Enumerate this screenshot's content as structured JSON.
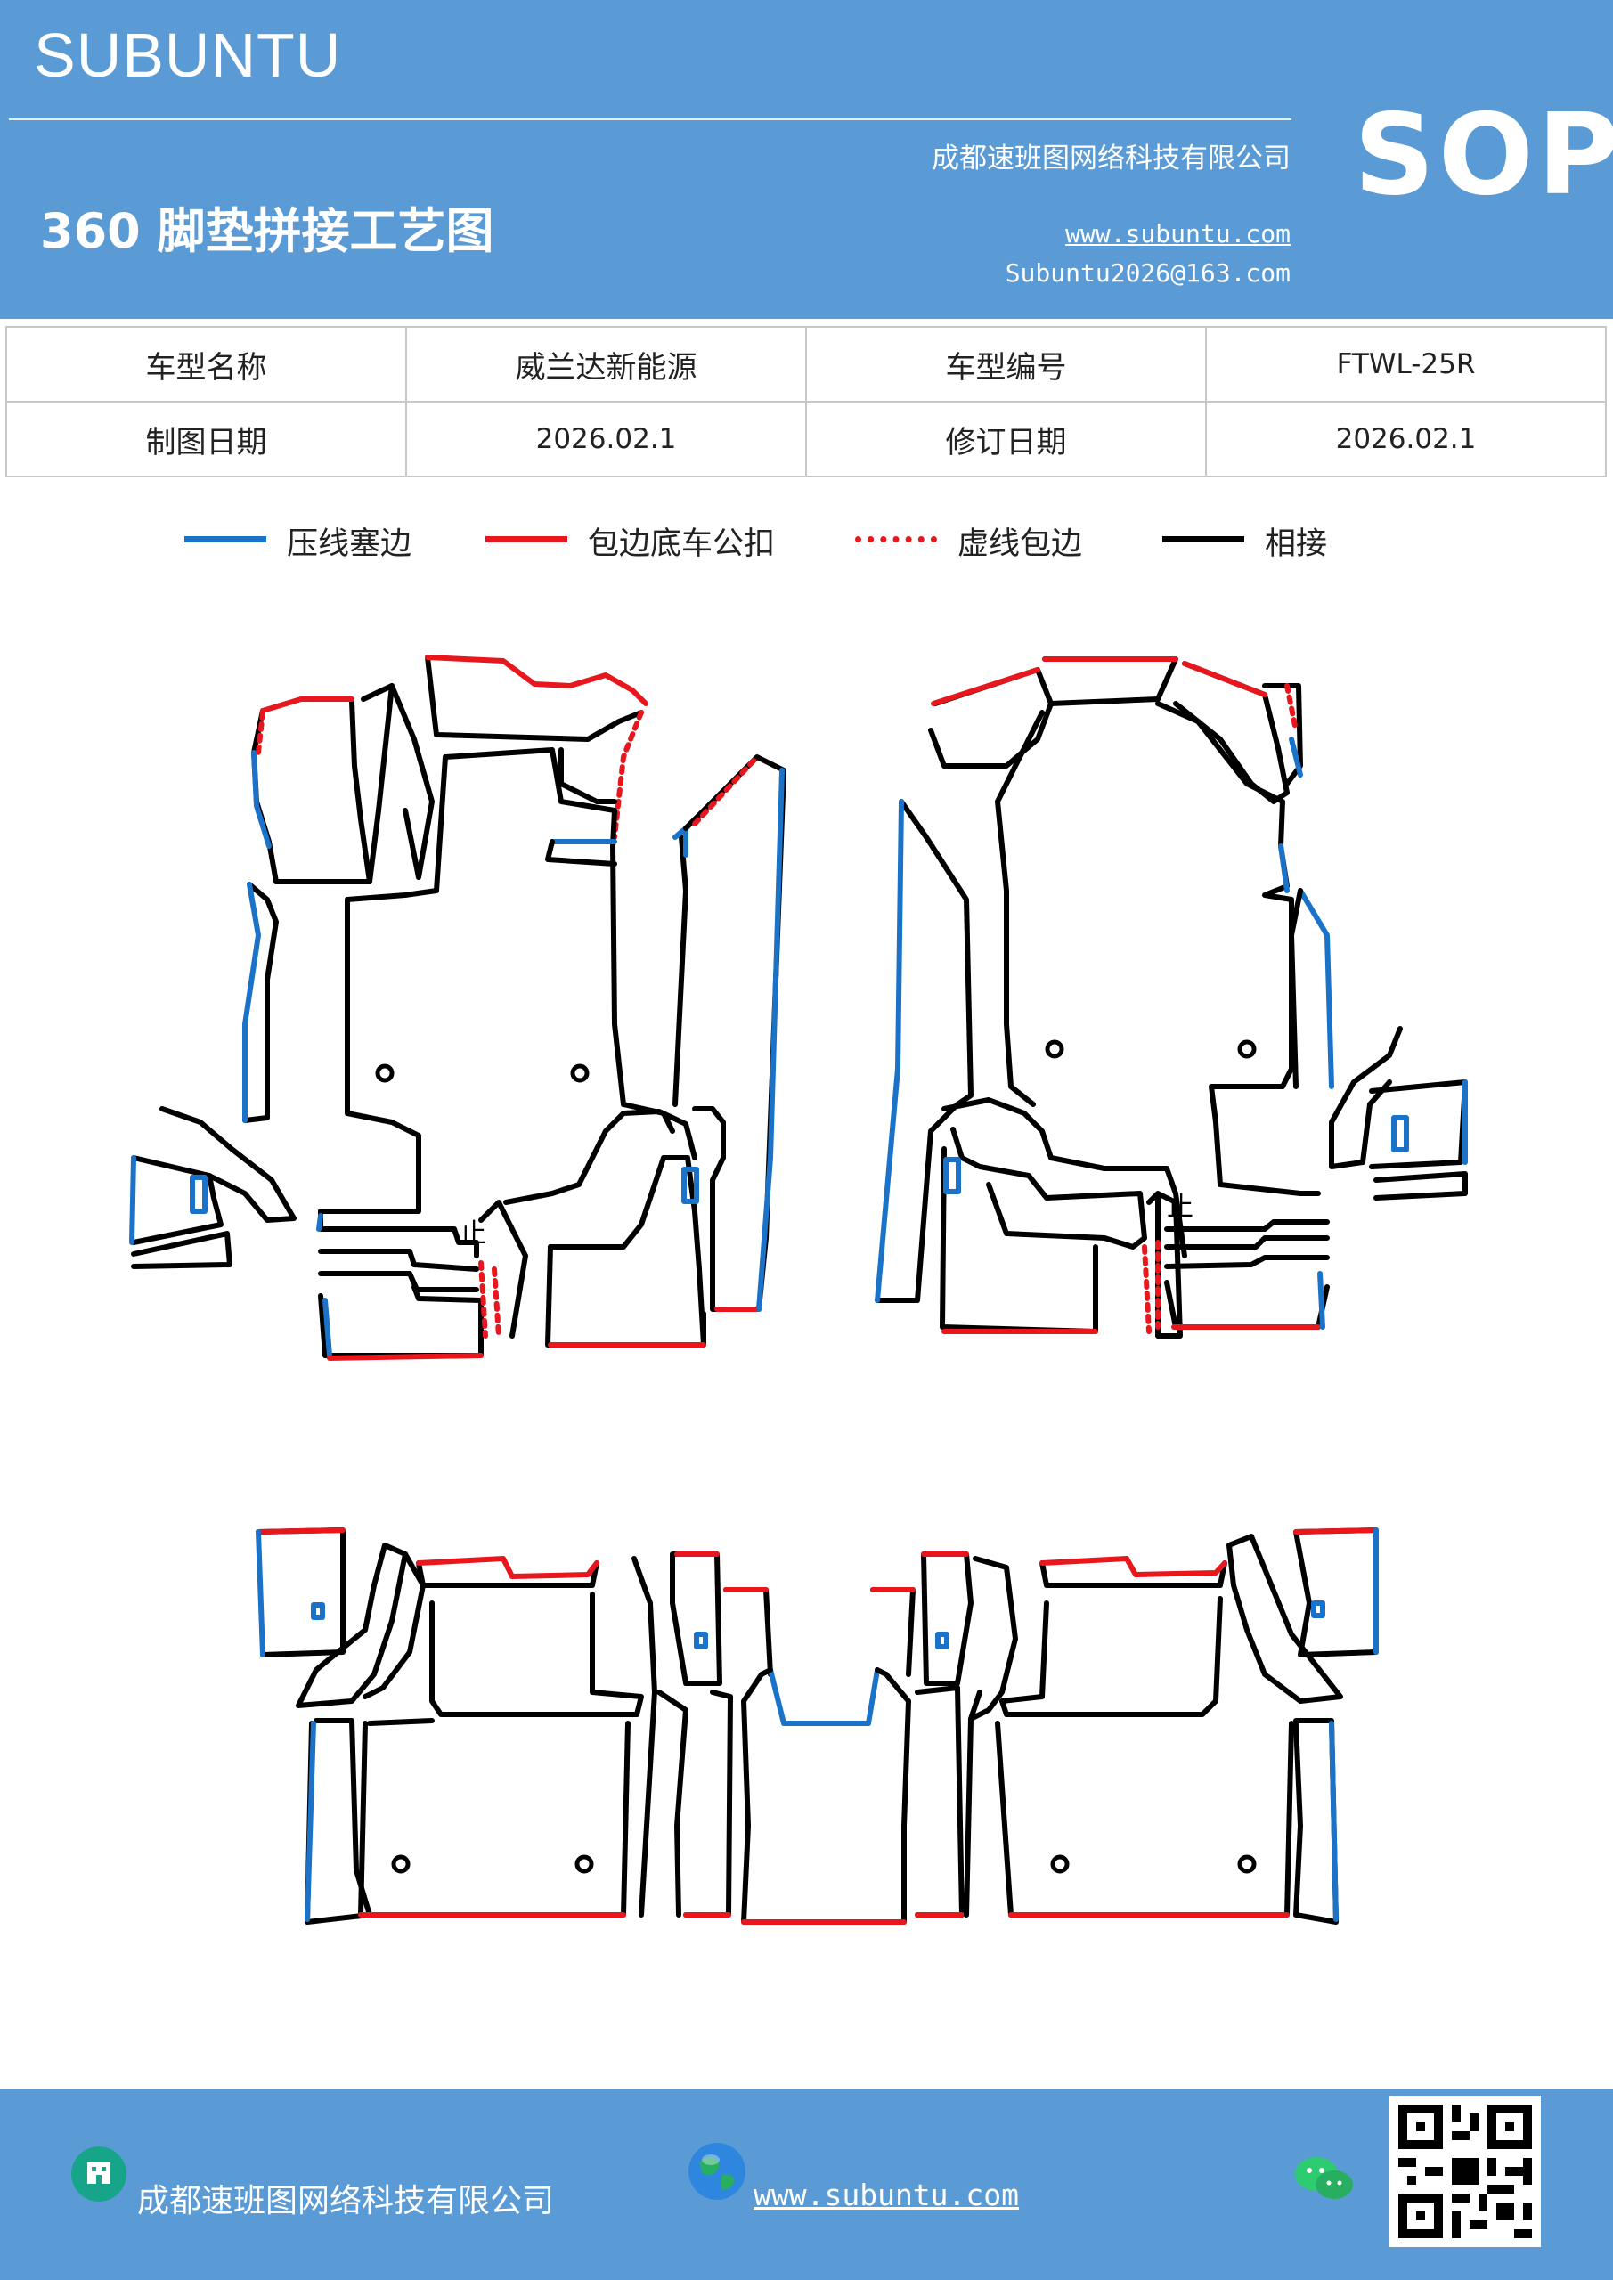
{
  "header": {
    "brand": "SUBUNTU",
    "title": "360 脚垫拼接工艺图",
    "company": "成都速班图网络科技有限公司",
    "website": "www.subuntu.com",
    "email": "Subuntu2026@163.com",
    "badge": "SOP",
    "color": "#5b9bd5"
  },
  "info_table": {
    "rows": [
      [
        "车型名称",
        "威兰达新能源",
        "车型编号",
        "FTWL-25R"
      ],
      [
        "制图日期",
        "2026.02.1",
        "修订日期",
        "2026.02.1"
      ]
    ]
  },
  "legend": [
    {
      "label": "压线塞边",
      "color": "#1a73c8",
      "style": "solid"
    },
    {
      "label": "包边底车公扣",
      "color": "#e8171e",
      "style": "solid"
    },
    {
      "label": "虚线包边",
      "color": "#e8171e",
      "style": "dotted"
    },
    {
      "label": "相接",
      "color": "#000000",
      "style": "solid"
    }
  ],
  "figure": {
    "notch_mark": "止"
  },
  "footer": {
    "company": "成都速班图网络科技有限公司",
    "website": "www.subuntu.com",
    "icons": [
      "building-icon",
      "globe-icon",
      "wechat-icon",
      "qr-code"
    ]
  }
}
